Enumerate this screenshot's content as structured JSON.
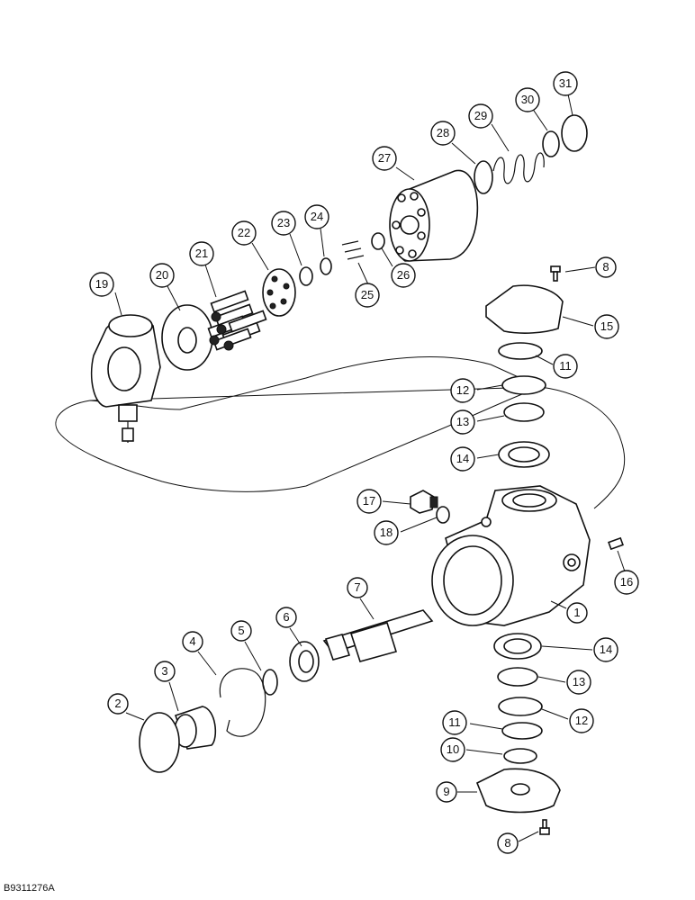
{
  "figure_code": "B9311276A",
  "callouts": [
    {
      "label": "1"
    },
    {
      "label": "2"
    },
    {
      "label": "3"
    },
    {
      "label": "4"
    },
    {
      "label": "5"
    },
    {
      "label": "6"
    },
    {
      "label": "7"
    },
    {
      "label": "8"
    },
    {
      "label": "8"
    },
    {
      "label": "9"
    },
    {
      "label": "10"
    },
    {
      "label": "11"
    },
    {
      "label": "11"
    },
    {
      "label": "12"
    },
    {
      "label": "12"
    },
    {
      "label": "13"
    },
    {
      "label": "13"
    },
    {
      "label": "14"
    },
    {
      "label": "14"
    },
    {
      "label": "15"
    },
    {
      "label": "16"
    },
    {
      "label": "17"
    },
    {
      "label": "18"
    },
    {
      "label": "19"
    },
    {
      "label": "20"
    },
    {
      "label": "21"
    },
    {
      "label": "22"
    },
    {
      "label": "23"
    },
    {
      "label": "24"
    },
    {
      "label": "25"
    },
    {
      "label": "26"
    },
    {
      "label": "27"
    },
    {
      "label": "28"
    },
    {
      "label": "29"
    },
    {
      "label": "30"
    },
    {
      "label": "31"
    }
  ]
}
